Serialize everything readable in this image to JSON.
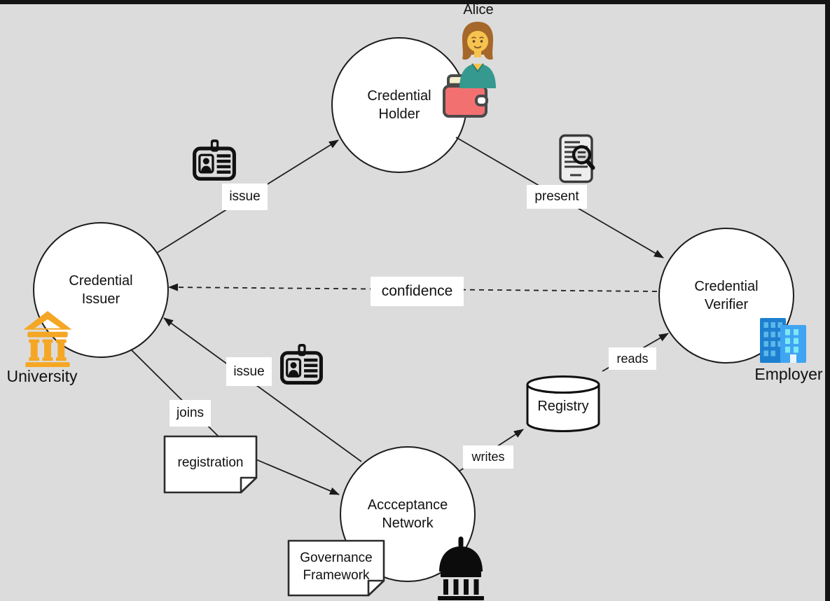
{
  "diagram": {
    "nodes": {
      "holder": {
        "label": "Credential\nHolder"
      },
      "issuer": {
        "label": "Credential\nIssuer"
      },
      "verifier": {
        "label": "Credential\nVerifier"
      },
      "network": {
        "label": "Accceptance\nNetwork"
      }
    },
    "edge_labels": {
      "issue_top": "issue",
      "present": "present",
      "confidence": "confidence",
      "issue_bottom": "issue",
      "joins": "joins",
      "writes": "writes",
      "reads": "reads"
    },
    "artifacts": {
      "registry": "Registry",
      "registration": "registration",
      "governance": "Governance\nFramework"
    },
    "actors": {
      "alice": "Alice",
      "university": "University",
      "employer": "Employer"
    },
    "icons": {
      "id_badge": "id-badge-icon",
      "credential_review": "document-search-icon",
      "wallet": "wallet-icon",
      "alice_person": "woman-icon",
      "university_building": "classical-building-icon",
      "employer_building": "office-building-icon",
      "government": "capitol-dome-icon"
    },
    "colors": {
      "background": "#dcdcdc",
      "bezel": "#141414",
      "node_fill": "#ffffff",
      "line_stroke": "#1f1f1f",
      "university_orange": "#F5A623",
      "employer_blue_dark": "#1E7FD0",
      "employer_blue_light": "#3FA5F2",
      "employer_window_cyan": "#7FE8F5",
      "wallet_pink": "#F37070",
      "wallet_cream": "#F3EECB",
      "hair_brown": "#A5682A",
      "skin_yellow": "#F6C34F",
      "shirt_teal": "#35998F"
    }
  }
}
